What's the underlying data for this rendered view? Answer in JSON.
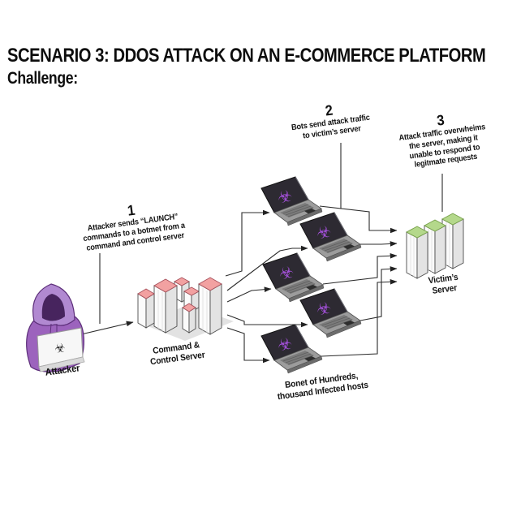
{
  "header": {
    "title": "SCENARIO 3: DDOS ATTACK ON AN E-COMMERCE PLATFORM",
    "subtitle": "Challenge:"
  },
  "steps": {
    "step1": {
      "number": "1",
      "text": "Attacker sends “LAUNCH”\ncommands to a botmet from a\ncommand and control server"
    },
    "step2": {
      "number": "2",
      "text": "Bots send attack traffic\nto victim’s server"
    },
    "step3": {
      "number": "3",
      "text": "Attack traffic overwheims\nthe server, making it\nunable to respond to\nlegitmate requests"
    }
  },
  "labels": {
    "attacker": "Attacker",
    "command_control": "Command &\nControl Server",
    "victim": "Victim’s\nServer",
    "botnet": "Bonet of Hundreds,\nthousand Infected hosts"
  },
  "icons": {
    "biohazard_glyph": "☣"
  },
  "colors": {
    "hoodie_purple": "#9c63bd",
    "hoodie_light": "#b189d1",
    "hood_opening": "#47245e",
    "laptop_screen": "#2d2a32",
    "biohazard_purple": "#a14fd6",
    "cc_server_top_pink": "#f2a1a1",
    "victim_server_top_green": "#b4d88b",
    "line": "#2b2b2b"
  }
}
